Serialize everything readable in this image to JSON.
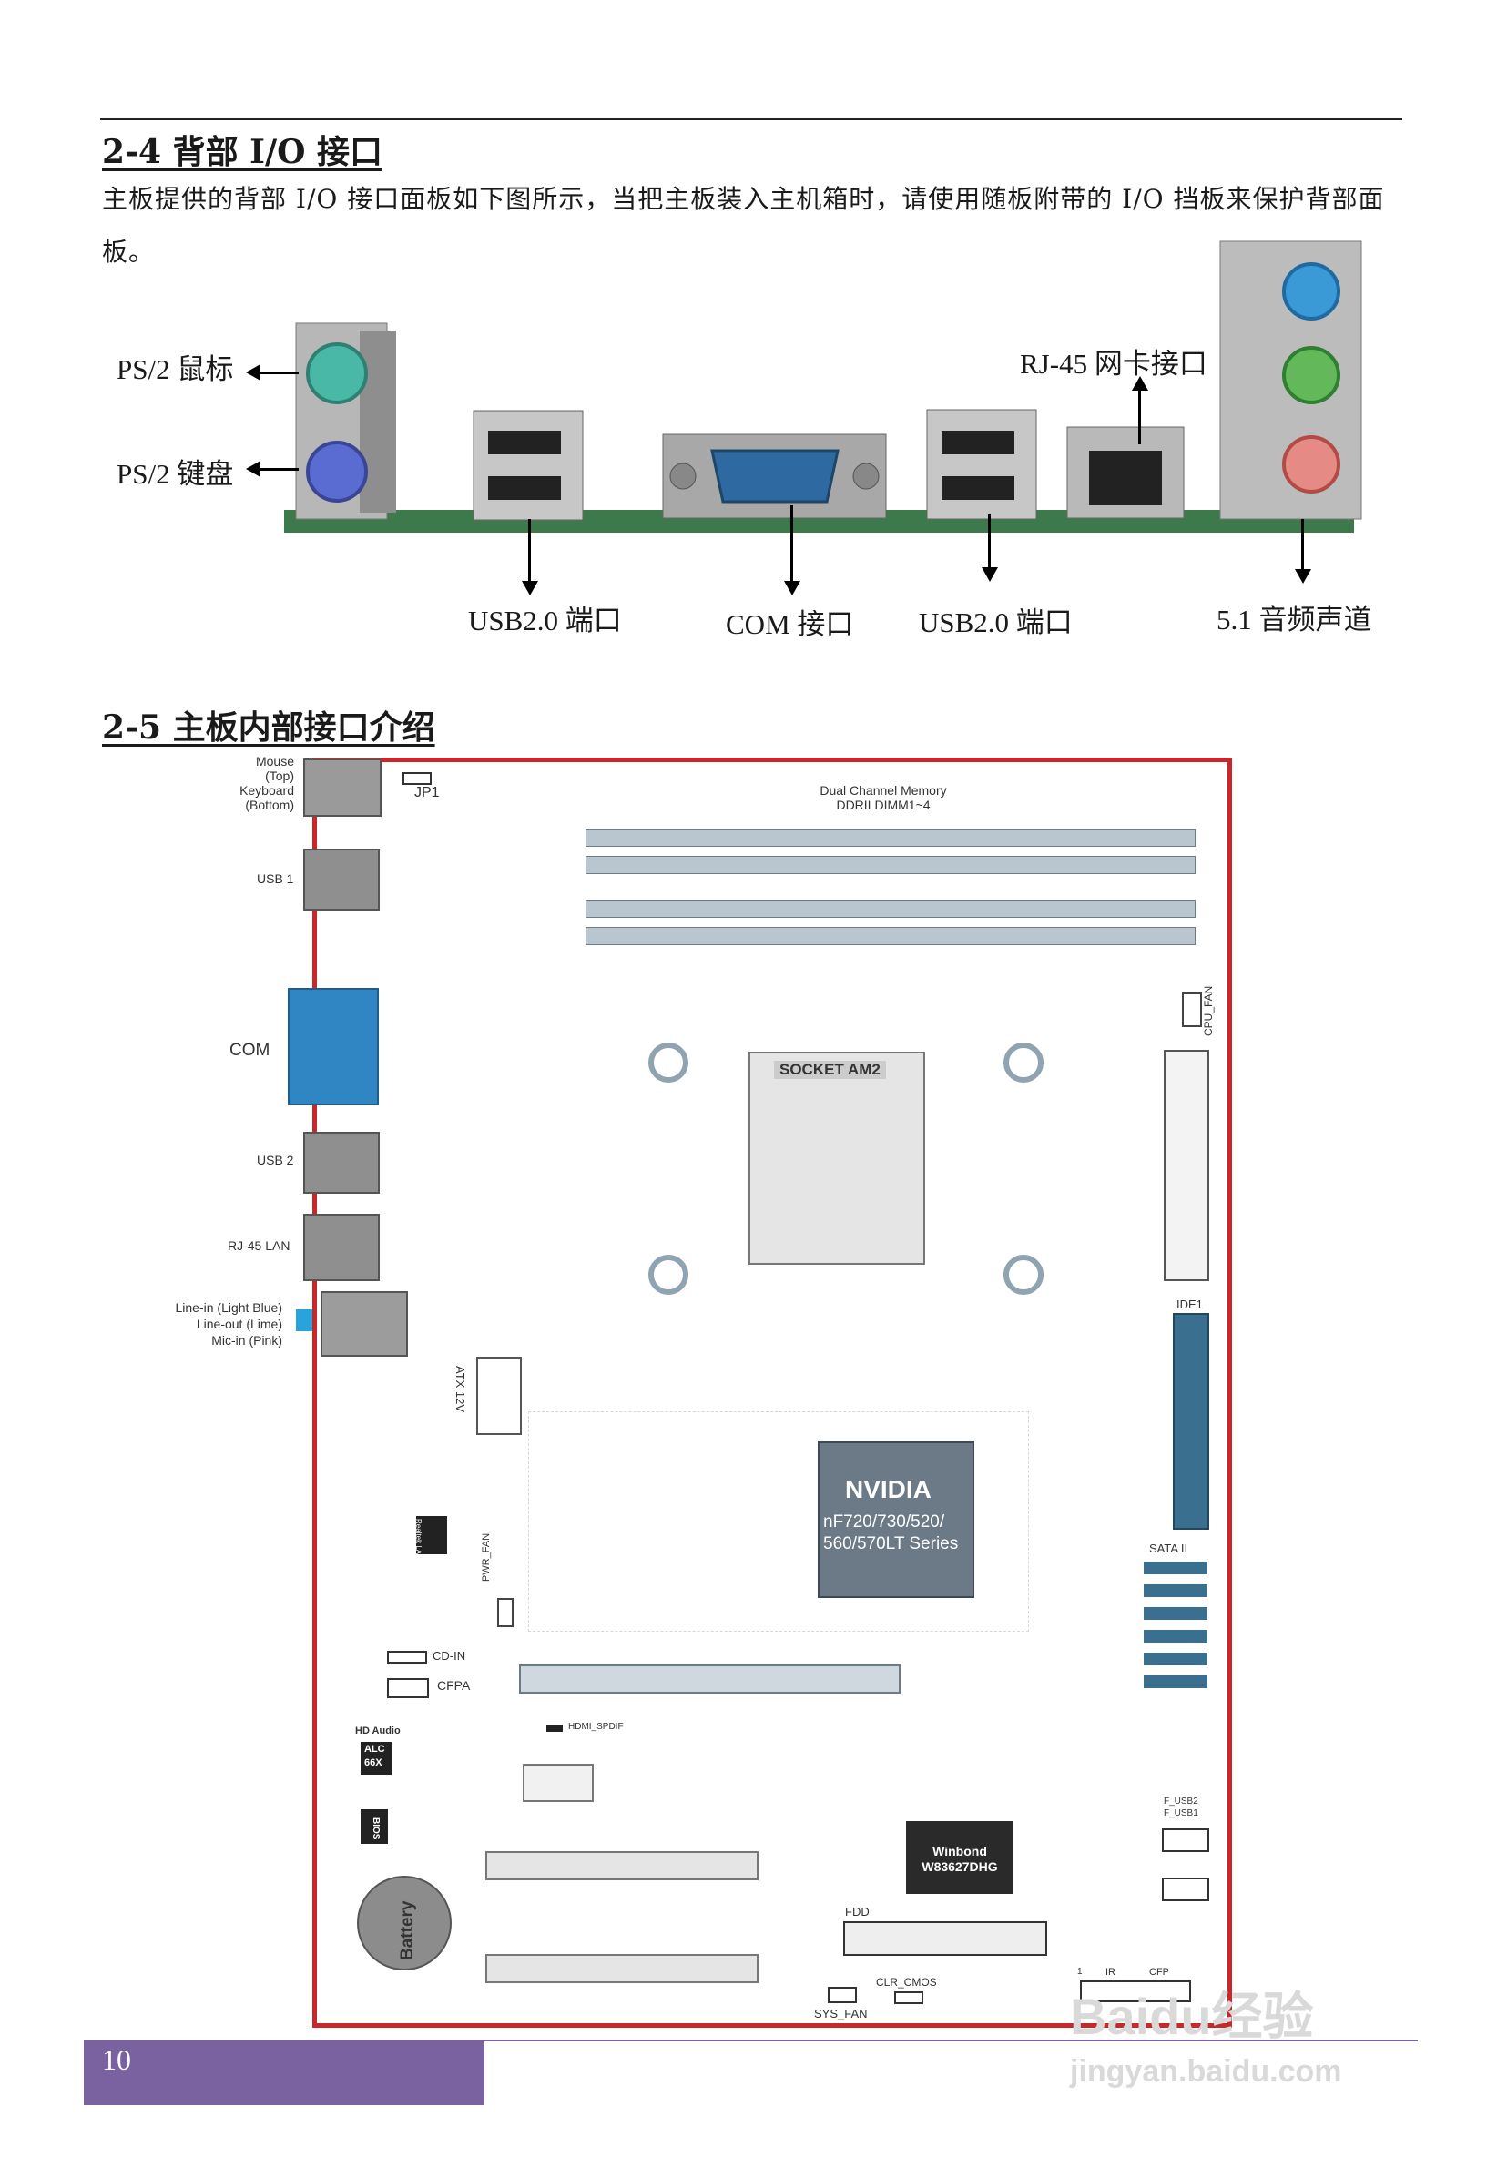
{
  "section1": {
    "heading": "2-4 背部 I/O 接口",
    "paragraph": "主板提供的背部 I/O 接口面板如下图所示，当把主板装入主机箱时，请使用随板附带的 I/O 挡板来保护背部面板。"
  },
  "io_labels": {
    "ps2_mouse": "PS/2 鼠标",
    "ps2_keyboard": "PS/2 键盘",
    "rj45": "RJ-45 网卡接口",
    "usb_left": "USB2.0 端口",
    "com": "COM 接口",
    "usb_right": "USB2.0 端口",
    "audio": "5.1 音频声道"
  },
  "section2": {
    "heading": "2-5 主板内部接口介绍"
  },
  "board_labels": {
    "mouse_keyboard": [
      "Mouse",
      "(Top)",
      "Keyboard",
      "(Bottom)"
    ],
    "jp1": "JP1",
    "usb1": "USB 1",
    "com": "COM",
    "usb2": "USB 2",
    "rj45lan": "RJ-45 LAN",
    "audio_jacks": [
      "Line-in (Light Blue)",
      "Line-out (Lime)",
      "Mic-in (Pink)"
    ],
    "memory": [
      "Dual Channel Memory",
      "DDRII DIMM1~4"
    ],
    "cpu_fan": "CPU_FAN",
    "socket": "SOCKET AM2",
    "ide1": "IDE1",
    "atx12v": "ATX 12V",
    "nvidia": "NVIDIA",
    "nvidia_model": [
      "nF720/730/520/",
      "560/570LT Series"
    ],
    "realtek": "Realtek LAN",
    "pwr_fan": "PWR_FAN",
    "sata": "SATA II",
    "cd_in": "CD-IN",
    "cfpa": "CFPA",
    "hd_audio": "HD Audio",
    "alc": [
      "ALC",
      "66X"
    ],
    "hdmi_spdif": "HDMI_SPDIF",
    "bios": "BIOS",
    "f_usb": [
      "F_USB2",
      "F_USB1"
    ],
    "winbond": [
      "Winbond",
      "W83627DHG"
    ],
    "battery": "Battery",
    "fdd": "FDD",
    "clr_cmos": "CLR_CMOS",
    "sys_fan": "SYS_FAN",
    "ir": "IR",
    "cfp": "CFP",
    "pin1": "1"
  },
  "footer": {
    "page_number": "10"
  },
  "watermark": {
    "brand": "Baidu经验",
    "url": "jingyan.baidu.com"
  }
}
